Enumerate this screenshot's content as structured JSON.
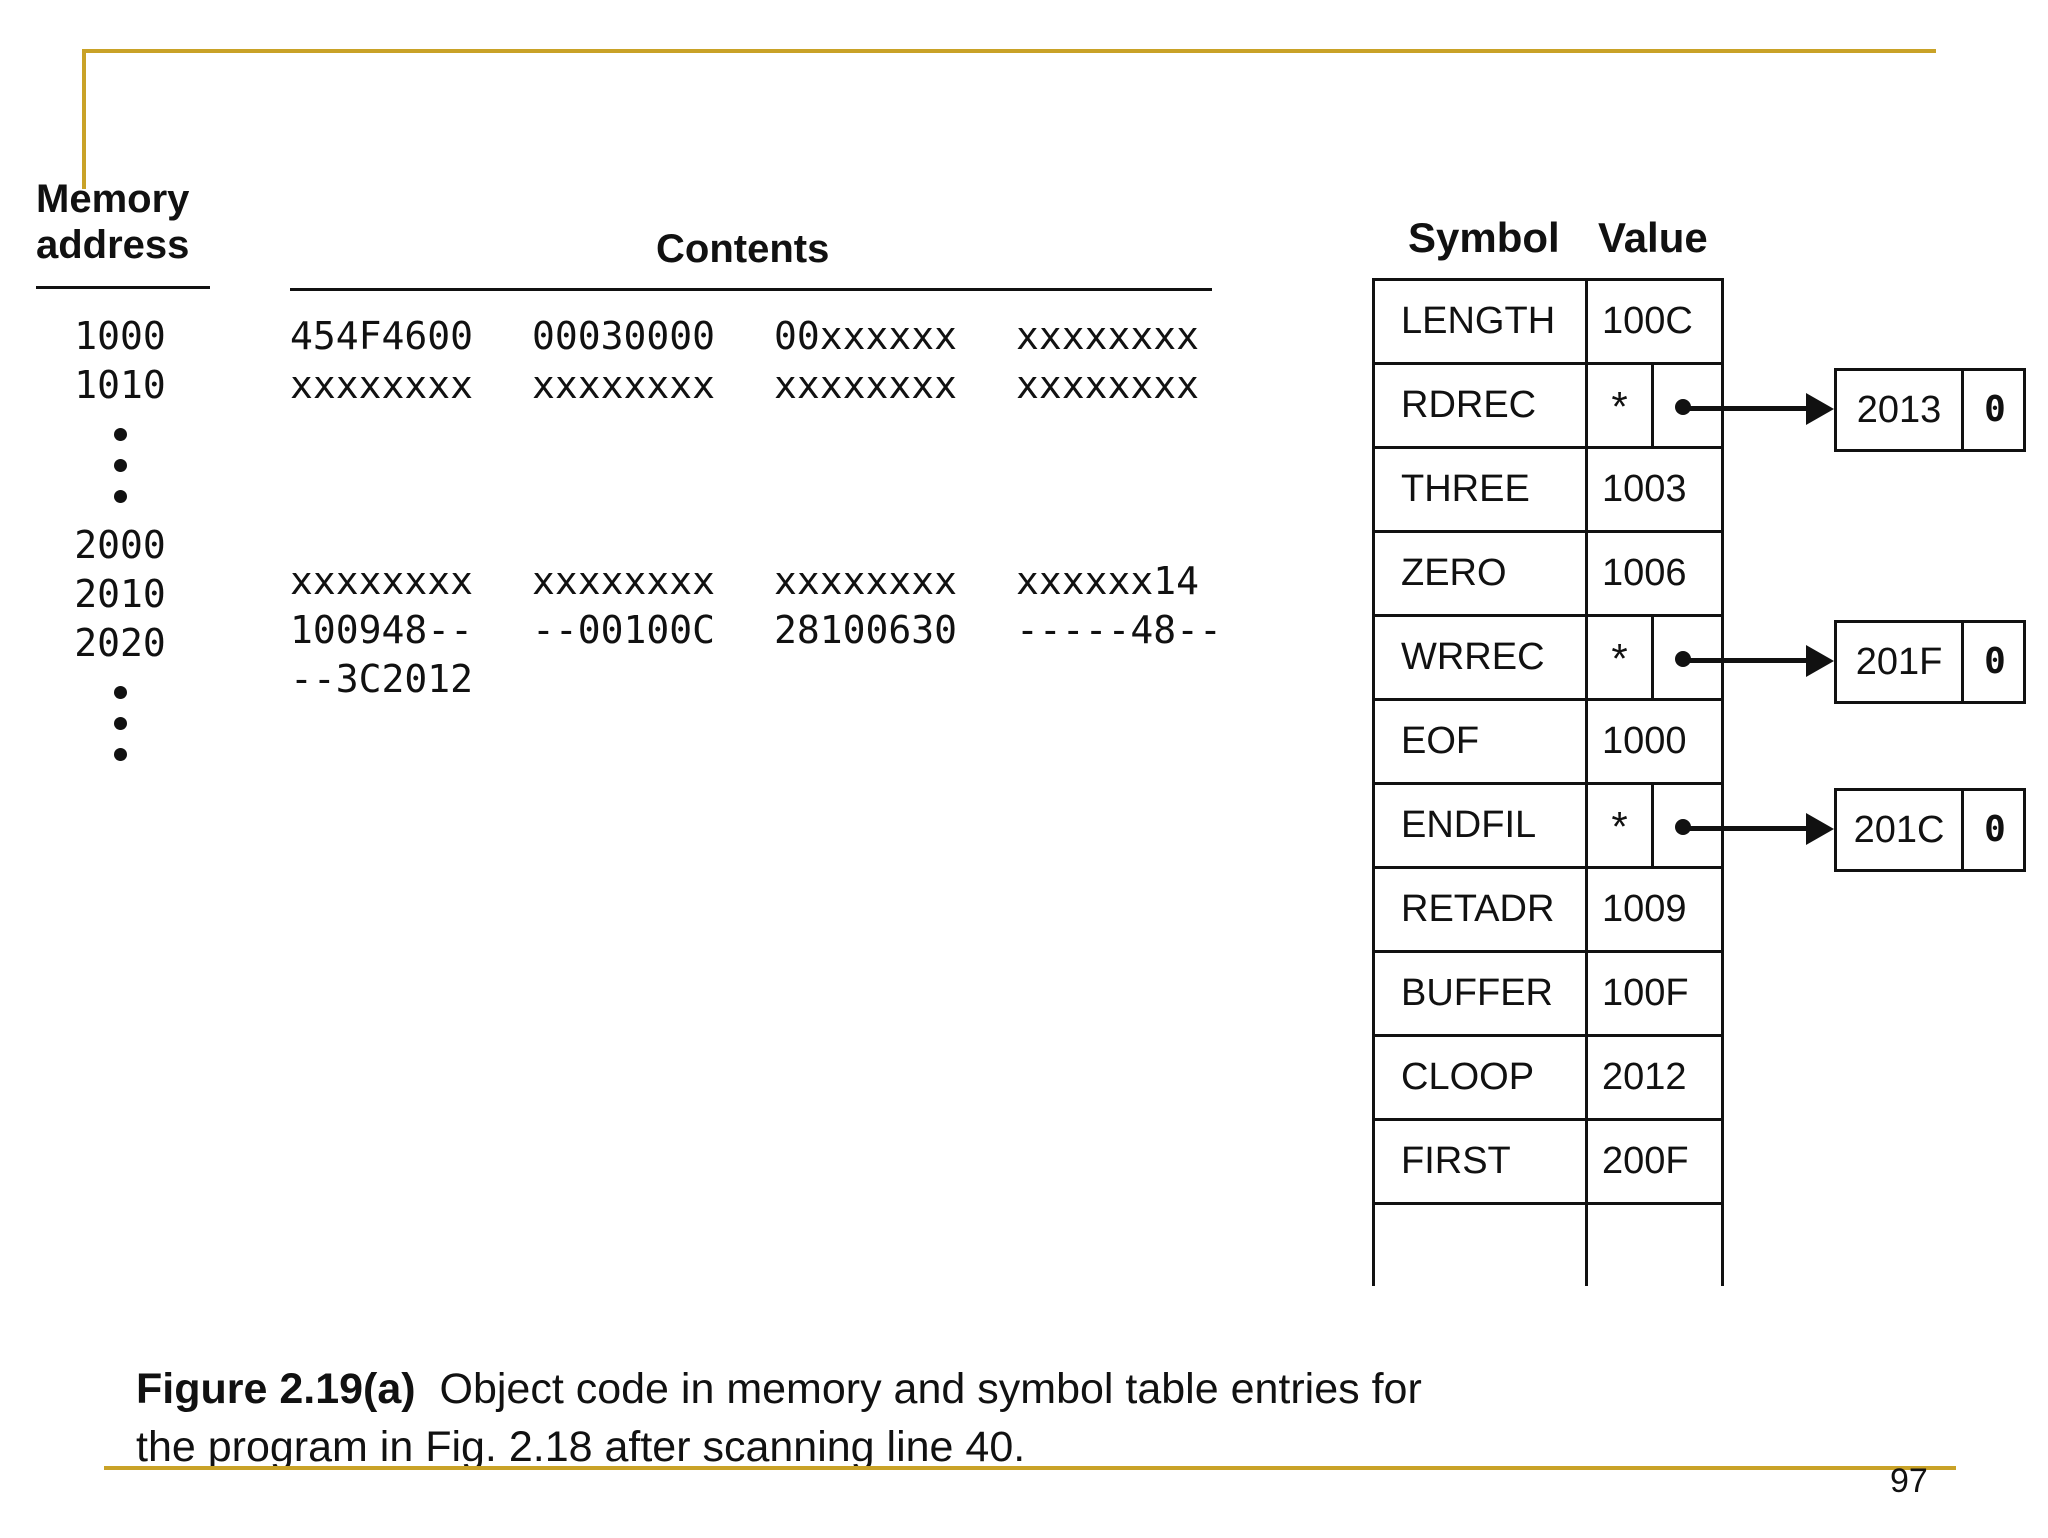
{
  "memory": {
    "header_line1": "Memory",
    "header_line2": "address",
    "contents_header": "Contents",
    "rows": [
      {
        "address": "1000",
        "words": [
          "454F4600",
          "00030000",
          "00xxxxxx",
          "xxxxxxxx"
        ]
      },
      {
        "address": "1010",
        "words": [
          "xxxxxxxx",
          "xxxxxxxx",
          "xxxxxxxx",
          "xxxxxxxx"
        ]
      },
      {
        "address": "2000",
        "words": [
          "xxxxxxxx",
          "xxxxxxxx",
          "xxxxxxxx",
          "xxxxxx14"
        ]
      },
      {
        "address": "2010",
        "words": [
          "100948--",
          "--00100C",
          "28100630",
          "-----48--"
        ]
      },
      {
        "address": "2020",
        "words": [
          "--3C2012",
          "",
          "",
          ""
        ]
      }
    ]
  },
  "symbol_table": {
    "symbol_header": "Symbol",
    "value_header": "Value",
    "entries": [
      {
        "symbol": "LENGTH",
        "value": "100C"
      },
      {
        "symbol": "RDREC",
        "value": "*",
        "ref_address": "2013",
        "ref_terminator": "0"
      },
      {
        "symbol": "THREE",
        "value": "1003"
      },
      {
        "symbol": "ZERO",
        "value": "1006"
      },
      {
        "symbol": "WRREC",
        "value": "*",
        "ref_address": "201F",
        "ref_terminator": "0"
      },
      {
        "symbol": "EOF",
        "value": "1000"
      },
      {
        "symbol": "ENDFIL",
        "value": "*",
        "ref_address": "201C",
        "ref_terminator": "0"
      },
      {
        "symbol": "RETADR",
        "value": "1009"
      },
      {
        "symbol": "BUFFER",
        "value": "100F"
      },
      {
        "symbol": "CLOOP",
        "value": "2012"
      },
      {
        "symbol": "FIRST",
        "value": "200F"
      }
    ]
  },
  "caption": {
    "figure_number": "Figure 2.19(a)",
    "text_line1": "Object code in memory and symbol table entries for",
    "text_line2": "the program in Fig. 2.18 after scanning line 40."
  },
  "page_number": "97",
  "colors": {
    "accent_rule": "#c9a227",
    "ink": "#111111"
  }
}
